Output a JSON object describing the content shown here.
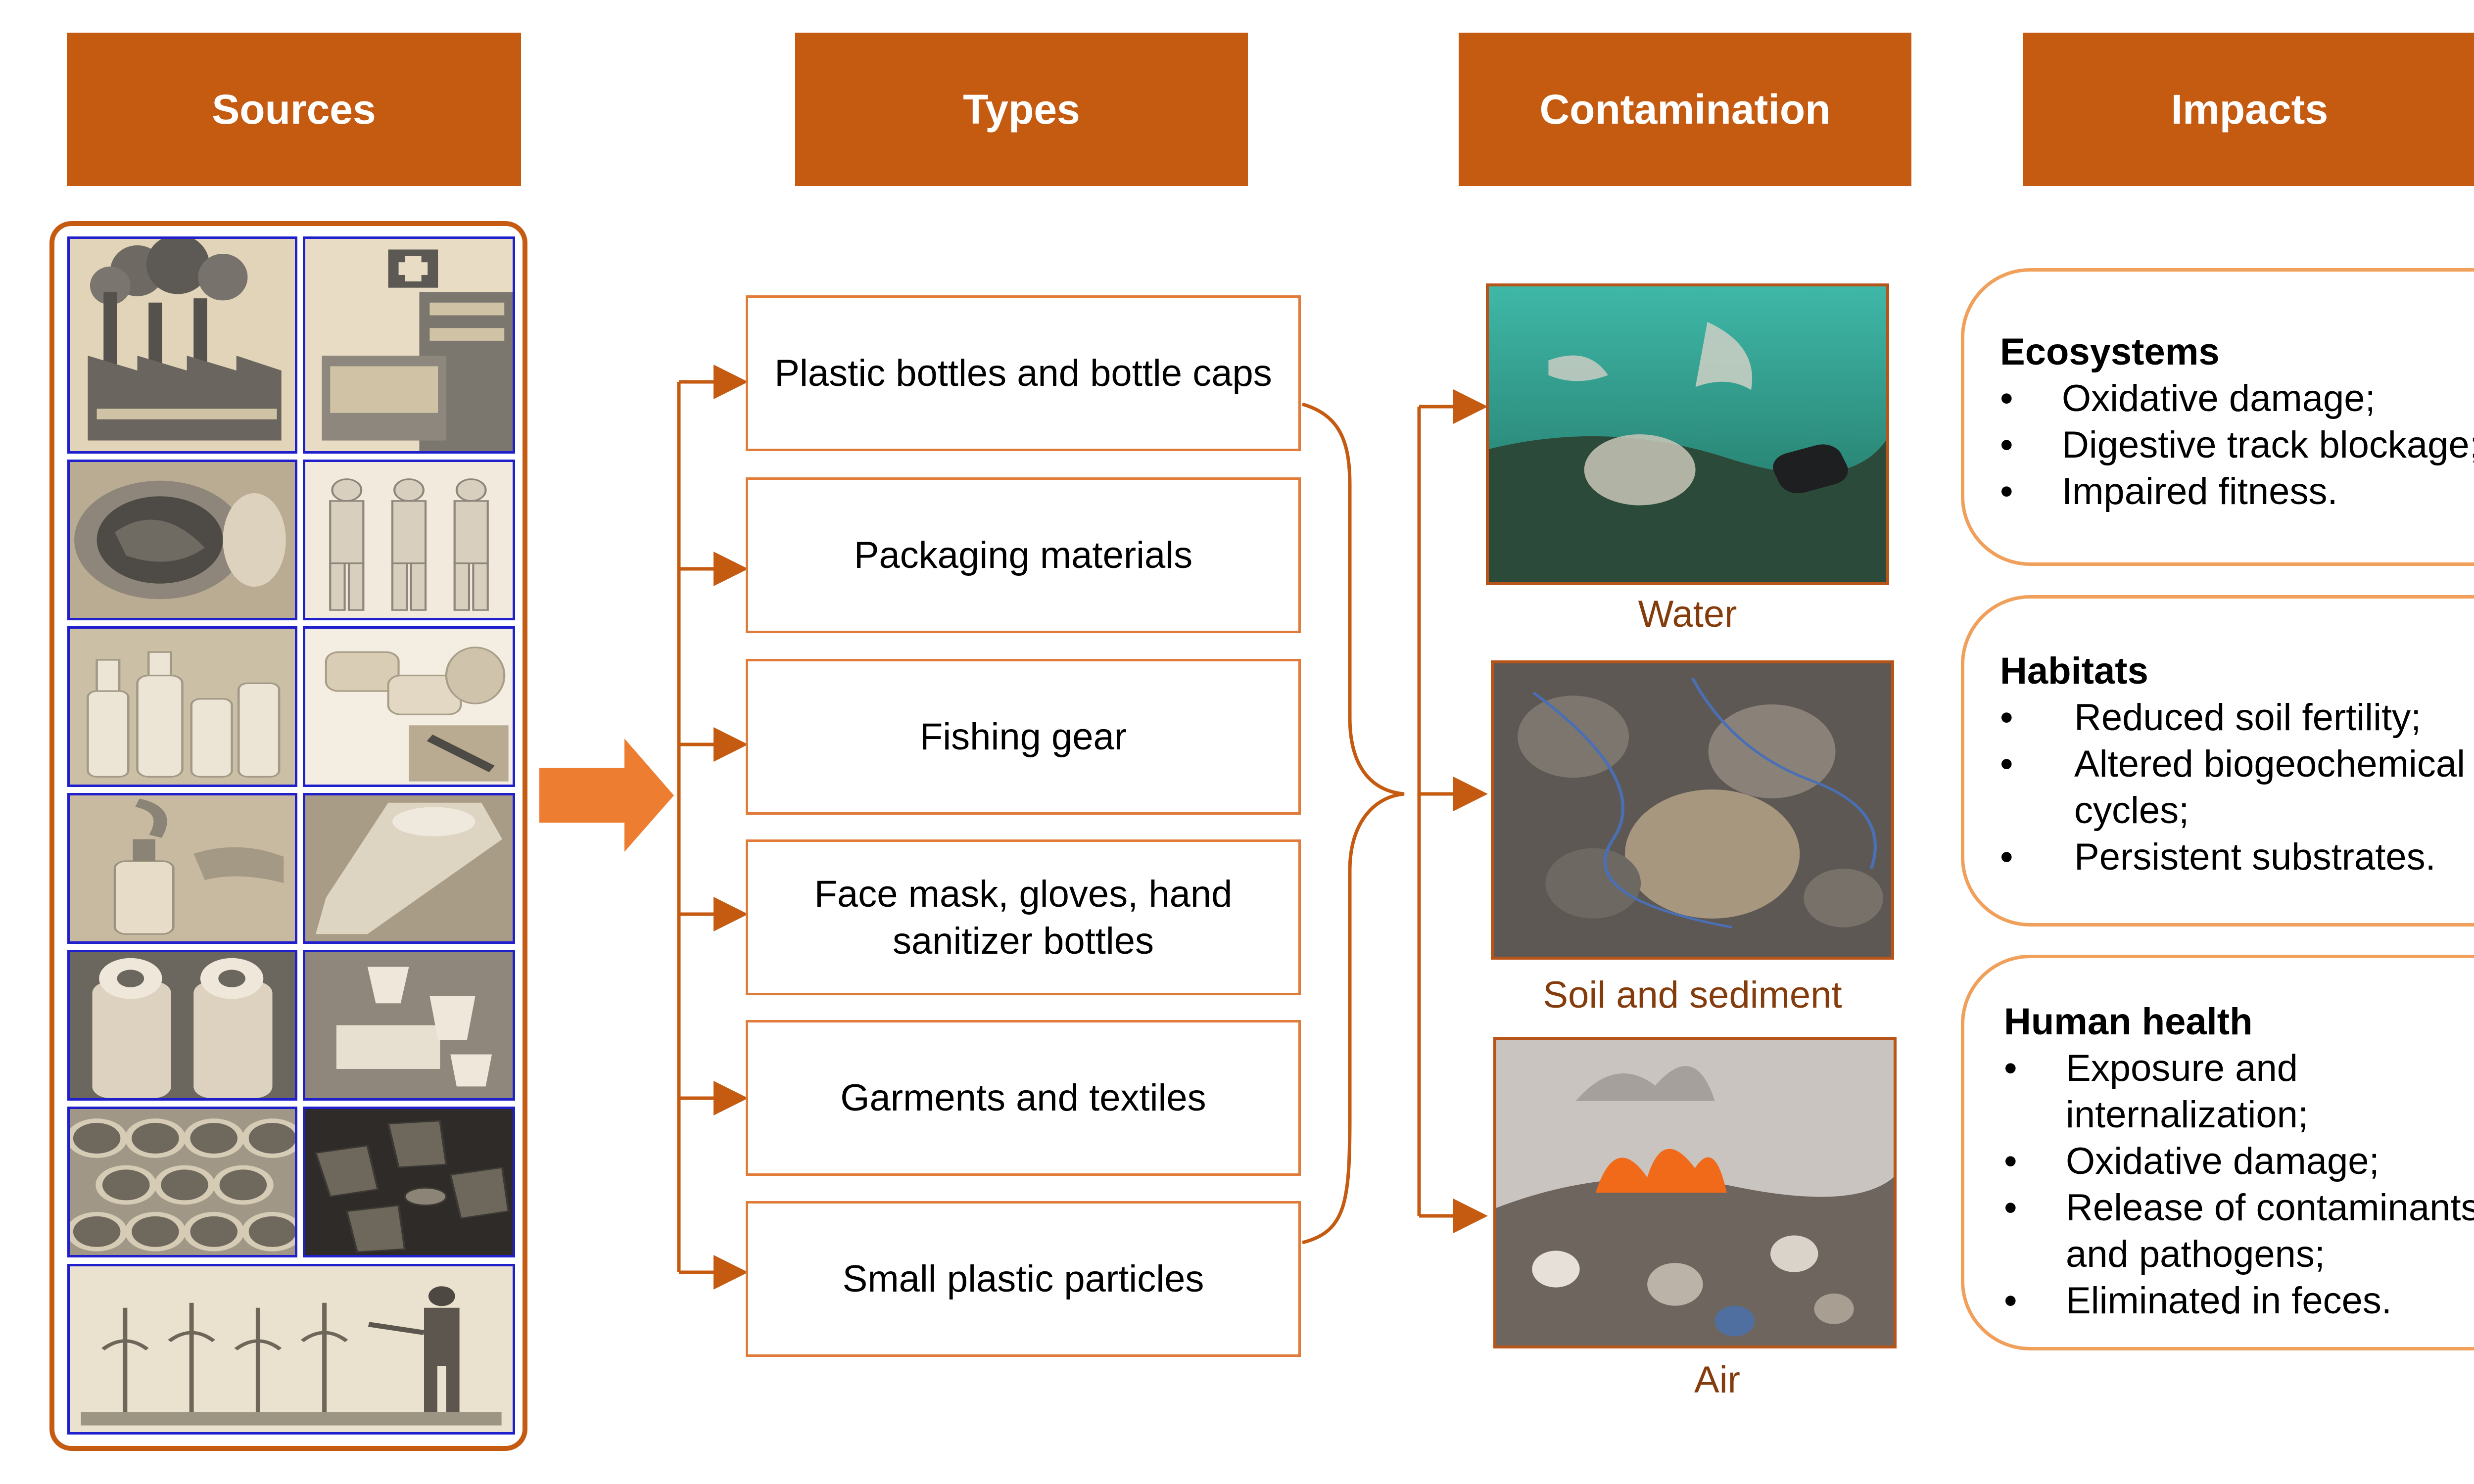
{
  "headers": {
    "sources": "Sources",
    "types": "Types",
    "contamination": "Contamination",
    "impacts": "Impacts"
  },
  "types": [
    "Plastic bottles and bottle caps",
    "Packaging materials",
    "Fishing gear",
    "Face mask, gloves, hand sanitizer bottles",
    "Garments and textiles",
    "Small plastic particles"
  ],
  "contamination": {
    "water": "Water",
    "soil": "Soil and sediment",
    "air": "Air"
  },
  "impacts": {
    "ecosystems": {
      "title": "Ecosystems",
      "items": [
        "Oxidative damage;",
        "Digestive track blockage;",
        "Impaired fitness."
      ]
    },
    "habitats": {
      "title": "Habitats",
      "items": [
        "Reduced soil fertility;",
        "Altered biogeochemical cycles;",
        "Persistent substrates."
      ]
    },
    "human_health": {
      "title": "Human health",
      "items": [
        "Exposure and internalization;",
        "Oxidative damage;",
        "Release of contaminants and pathogens;",
        "Eliminated in feces."
      ]
    }
  },
  "colors": {
    "header": "#c55a11",
    "box_border": "#e07b39",
    "arrow": "#ed7d31",
    "connector": "#c55a11",
    "label": "#843c0c",
    "tile_border": "#1f1fcc"
  },
  "source_icons": [
    "factory-icon",
    "hospital-icon",
    "washing-machine-icon",
    "protective-suit-icon",
    "cleaning-bottles-icon",
    "face-masks-icon",
    "hand-sanitizer-icon",
    "plastic-film-roll-icon",
    "water-bottles-icon",
    "foam-containers-icon",
    "plastic-pipes-icon",
    "plastic-cups-icon",
    "farmer-spraying-icon"
  ]
}
